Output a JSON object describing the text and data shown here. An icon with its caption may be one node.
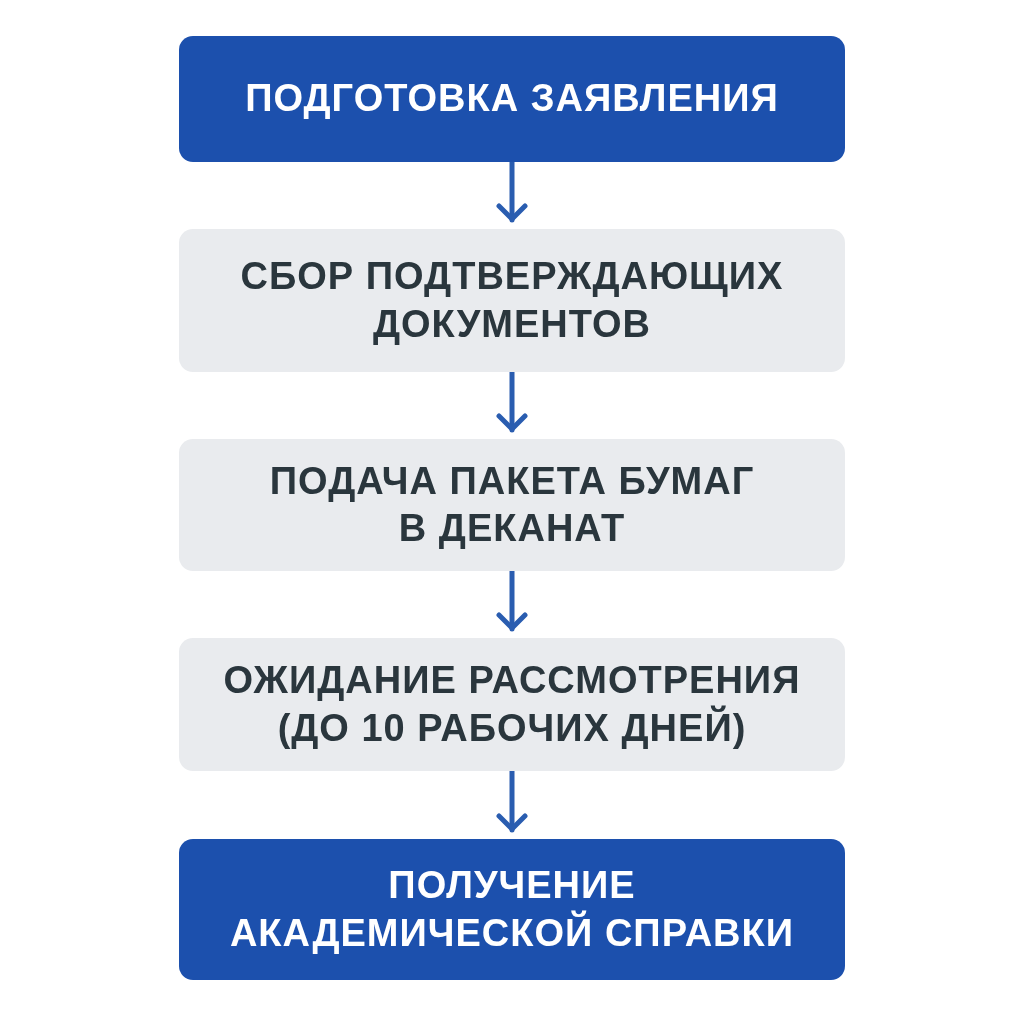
{
  "diagram": {
    "nodes": [
      {
        "text": [
          "ПОДГОТОВКА ЗАЯВЛЕНИЯ"
        ]
      },
      {
        "text": [
          "СБОР ПОДТВЕРЖДАЮЩИХ ДОКУМЕНТОВ"
        ]
      },
      {
        "text": [
          "ПОДАЧА ПАКЕТА БУМАГ В ДЕКАНАТ"
        ]
      },
      {
        "text": [
          "ОЖИДАНИЕ РАССМОТРЕНИЯ (ДО 10 РАБОЧИХ ДНЕЙ)"
        ]
      },
      {
        "text": [
          "ПОЛУЧЕНИЕ АКАДЕМИЧЕСКОЙ СПРАВКИ"
        ]
      }
    ],
    "edges": [
      {
        "from": 0,
        "to": 1,
        "arrow": "to"
      },
      {
        "from": 1,
        "to": 2,
        "arrow": "to"
      },
      {
        "from": 2,
        "to": 3,
        "arrow": "to"
      },
      {
        "from": 3,
        "to": 4,
        "arrow": "to"
      }
    ]
  }
}
